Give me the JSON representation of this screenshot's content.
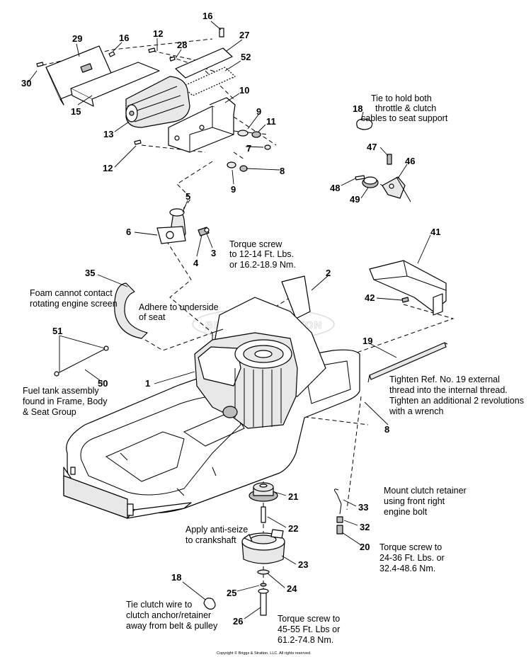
{
  "callouts": {
    "c16a": "16",
    "c12a": "12",
    "c28": "28",
    "c27": "27",
    "c29": "29",
    "c16b": "16",
    "c30": "30",
    "c52": "52",
    "c15": "15",
    "c10": "10",
    "c13": "13",
    "c9a": "9",
    "c11": "11",
    "c7": "7",
    "c12b": "12",
    "c8a": "8",
    "c9b": "9",
    "c5": "5",
    "c6": "6",
    "c3": "3",
    "c4": "4",
    "c18a": "18",
    "c47": "47",
    "c46": "46",
    "c48": "48",
    "c49": "49",
    "c41": "41",
    "c35": "35",
    "c2": "2",
    "c42": "42",
    "c51": "51",
    "c19": "19",
    "c1": "1",
    "c50": "50",
    "c8b": "8",
    "c21": "21",
    "c33": "33",
    "c22": "22",
    "c32": "32",
    "c20": "20",
    "c23": "23",
    "c18b": "18",
    "c25": "25",
    "c24": "24",
    "c26": "26"
  },
  "notes": {
    "tie_cables": [
      "Tie to hold both",
      "throttle & clutch",
      "cables to seat support"
    ],
    "torque_exhaust": [
      "Torque screw",
      "to 12-14 Ft. Lbs.",
      "or 16.2-18.9 Nm."
    ],
    "foam": [
      "Foam cannot contact",
      "rotating engine screen"
    ],
    "adhere": [
      "Adhere to underside",
      "of seat"
    ],
    "tighten_ref19": [
      "Tighten Ref. No. 19 external",
      "thread into the internal thread.",
      "Tighten an additional 2 revolutions",
      "with a wrench"
    ],
    "fuel_tank": [
      "Fuel tank assembly",
      "found in Frame, Body",
      "& Seat Group"
    ],
    "mount_clutch": [
      "Mount clutch retainer",
      "using front right",
      "engine bolt"
    ],
    "anti_seize": [
      "Apply anti-seize",
      "to crankshaft"
    ],
    "torque_20": [
      "Torque screw to",
      "24-36 Ft. Lbs. or",
      "32.4-48.6 Nm."
    ],
    "tie_clutch": [
      "Tie clutch wire to",
      "clutch anchor/retainer",
      "away from belt & pulley"
    ],
    "torque_26": [
      "Torque screw to",
      "45-55 Ft. Lbs or",
      "61.2-74.8 Nm."
    ]
  },
  "watermark": "BRIGGS&STRATTON",
  "copyright": "Copyright © Briggs & Stratton, LLC. All rights reserved."
}
